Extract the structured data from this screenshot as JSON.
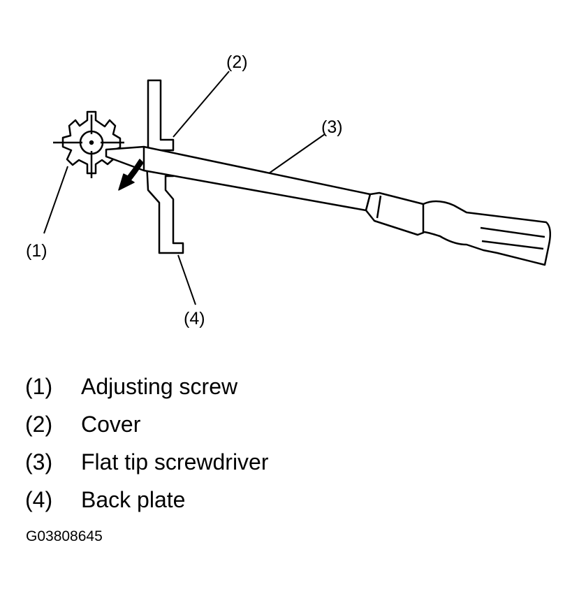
{
  "callouts": {
    "c1": "(1)",
    "c2": "(2)",
    "c3": "(3)",
    "c4": "(4)"
  },
  "legend": [
    {
      "num": "(1)",
      "label": "Adjusting screw"
    },
    {
      "num": "(2)",
      "label": "Cover"
    },
    {
      "num": "(3)",
      "label": "Flat tip screwdriver"
    },
    {
      "num": "(4)",
      "label": "Back plate"
    }
  ],
  "figure_id": "G03808645"
}
